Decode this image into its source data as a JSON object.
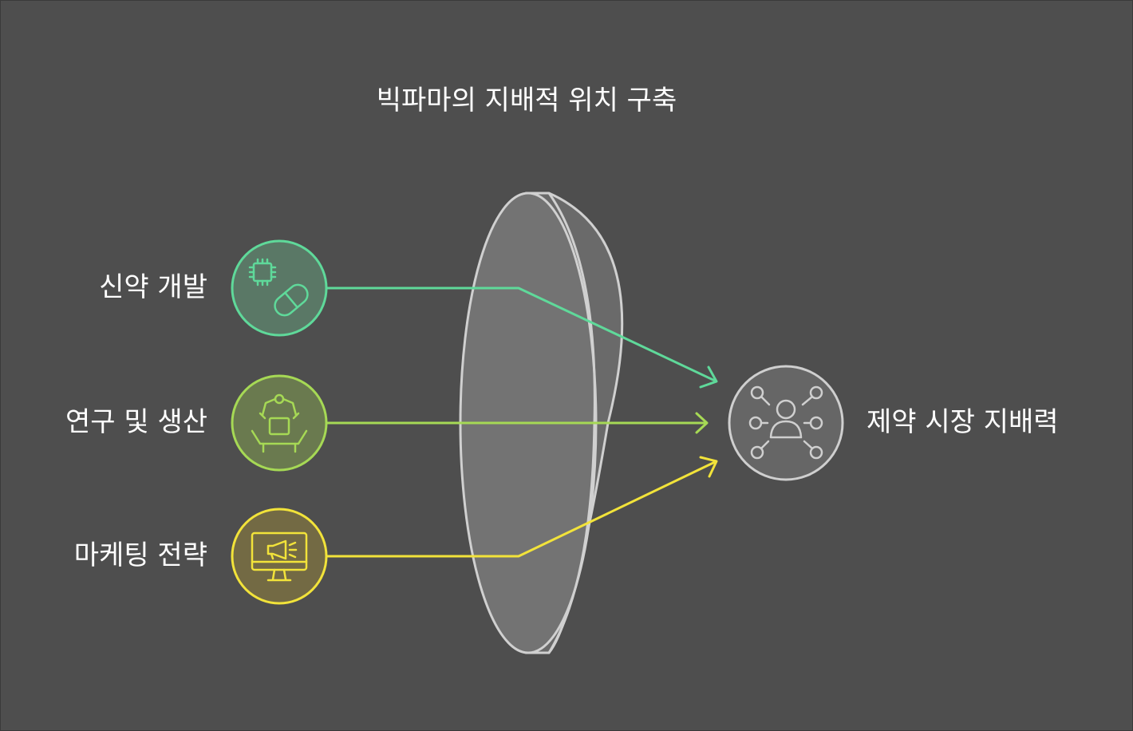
{
  "title": "빅파마의 지배적 위치 구축",
  "inputs": [
    {
      "label": "신약 개발",
      "icon": "chip-pill-icon",
      "color": "#5fd99a"
    },
    {
      "label": "연구 및 생산",
      "icon": "robot-arm-production-icon",
      "color": "#a6d955"
    },
    {
      "label": "마케팅 전략",
      "icon": "monitor-megaphone-icon",
      "color": "#f2e33a"
    }
  ],
  "output": {
    "label": "제약 시장 지배력",
    "icon": "network-person-icon",
    "color": "#cfcfcf"
  },
  "colors": {
    "background": "#4e4e4e",
    "lens_fill": "#737373",
    "lens_stroke": "#d0d0d0",
    "text": "#ffffff"
  }
}
